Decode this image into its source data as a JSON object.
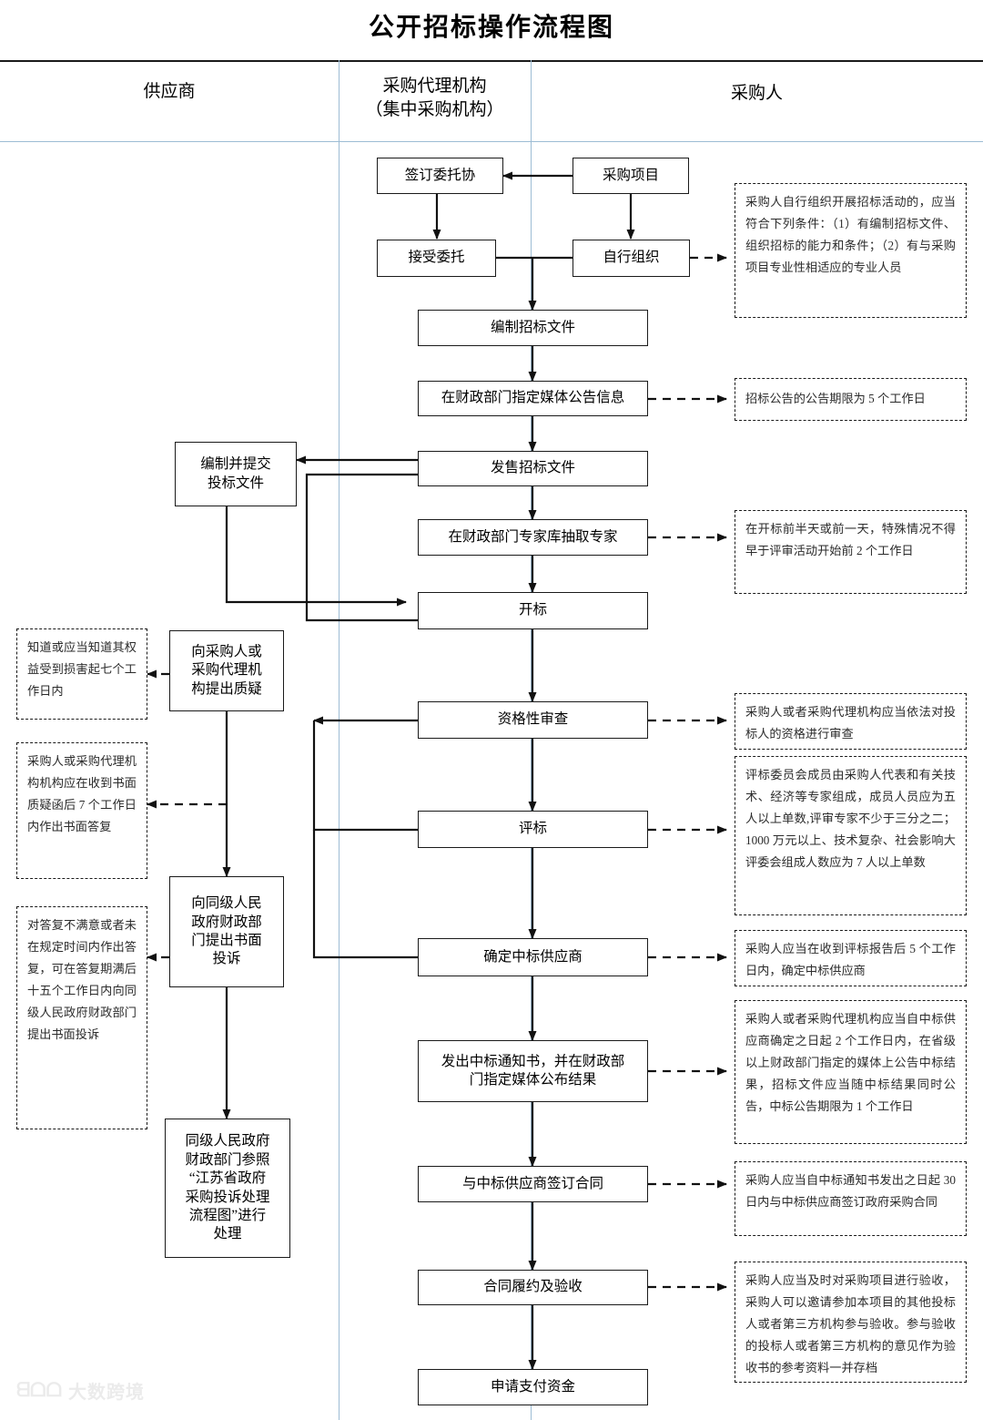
{
  "title": "公开招标操作流程图",
  "columns": [
    {
      "key": "supplier",
      "label": "供应商"
    },
    {
      "key": "agency",
      "label": "采购代理机构\n（集中采购机构）"
    },
    {
      "key": "purchaser",
      "label": "采购人"
    }
  ],
  "column_labels": {
    "supplier": "供应商",
    "agency_line1": "采购代理机构",
    "agency_line2": "（集中采购机构）",
    "purchaser": "采购人"
  },
  "nodes": {
    "purchase_project": "采购项目",
    "sign_entrust": "签订委托协",
    "accept_entrust": "接受委托",
    "self_organize": "自行组织",
    "prepare_docs": "编制招标文件",
    "announce_media": "在财政部门指定媒体公告信息",
    "sell_docs": "发售招标文件",
    "prepare_submit_bid": "编制并提交\n投标文件",
    "draw_experts": "在财政部门专家库抽取专家",
    "bid_opening": "开标",
    "qualification_review": "资格性审查",
    "evaluation": "评标",
    "raise_question": "向采购人或\n采购代理机\n构提出质疑",
    "file_complaint": "向同级人民\n政府财政部\n门提出书面\n投诉",
    "complaint_handling": "同级人民政府\n财政部门参照\n“江苏省政府\n采购投诉处理\n流程图”进行\n处理",
    "determine_winner": "确定中标供应商",
    "issue_notice": "发出中标通知书，并在财政部\n门指定媒体公布结果",
    "sign_contract": "与中标供应商签订合同",
    "contract_performance": "合同履约及验收",
    "apply_payment": "申请支付资金"
  },
  "notes": {
    "self_organize_note": "采购人自行组织开展招标活动的，应当符合下列条件：（1）有编制招标文件、组织招标的能力和条件；（2）有与采购项目专业性相适应的专业人员",
    "announce_note": "招标公告的公告期限为 5 个工作日",
    "experts_note": "在开标前半天或前一天，特殊情况不得早于评审活动开始前 2 个工作日",
    "qualification_note": "采购人或者采购代理机构应当依法对投标人的资格进行审查",
    "evaluation_note": "评标委员会成员由采购人代表和有关技术、经济等专家组成，成员人员应为五人以上单数,评审专家不少于三分之二；1000 万元以上、技术复杂、社会影响大评委会组成人数应为 7 人以上单数",
    "determine_winner_note": "采购人应当在收到评标报告后 5 个工作日内，确定中标供应商",
    "issue_notice_note": "采购人或者采购代理机构应当自中标供应商确定之日起 2 个工作日内，在省级以上财政部门指定的媒体上公告中标结果，招标文件应当随中标结果同时公告，中标公告期限为 1 个工作日",
    "sign_contract_note": "采购人应当自中标通知书发出之日起 30 日内与中标供应商签订政府采购合同",
    "acceptance_note": "采购人应当及时对采购项目进行验收，采购人可以邀请参加本项目的其他投标人或者第三方机构参与验收。参与验收的投标人或者第三方机构的意见作为验收书的参考资料一并存档",
    "question_note": "知道或应当知道其权益受到损害起七个工作日内",
    "reply_note": "采购人或采购代理机构机构应在收到书面质疑函后 7 个工作日内作出书面答复",
    "complaint_note": "对答复不满意或者未在规定时间内作出答复，可在答复期满后十五个工作日内向同级人民政府财政部门提出书面投诉"
  },
  "watermark": {
    "mark": "ᗺᗝᗝ",
    "text": "大数跨境"
  },
  "colors": {
    "divider": "#9dbcd4",
    "line": "#1a1a1a",
    "background": "#ffffff"
  }
}
